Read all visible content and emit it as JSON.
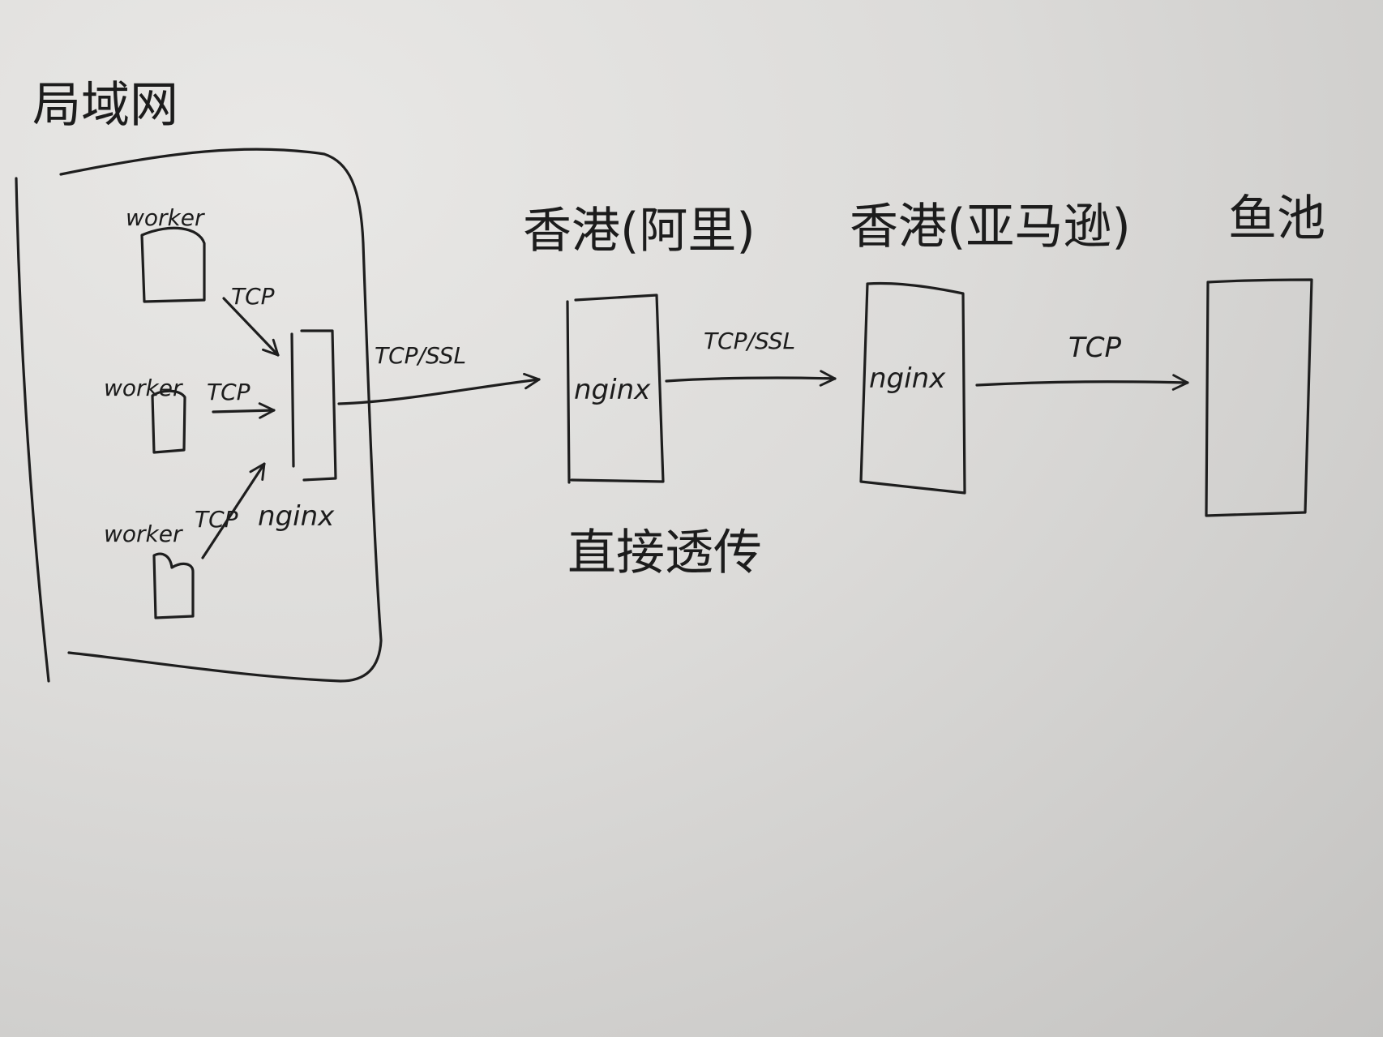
{
  "diagram": {
    "lan": {
      "title": "局域网",
      "workers": [
        "worker",
        "worker",
        "worker"
      ],
      "worker_links": [
        "TCP",
        "TCP",
        "TCP"
      ],
      "gateway_label": "nginx"
    },
    "lan_uplink": "TCP/SSL",
    "hk_aliyun": {
      "title": "香港(阿里)",
      "box_label": "nginx",
      "note": "直接透传"
    },
    "link_hk_to_hk": "TCP/SSL",
    "hk_amazon": {
      "title": "香港(亚马逊)",
      "box_label": "nginx"
    },
    "link_to_pool": "TCP",
    "pool": {
      "title": "鱼池"
    }
  }
}
